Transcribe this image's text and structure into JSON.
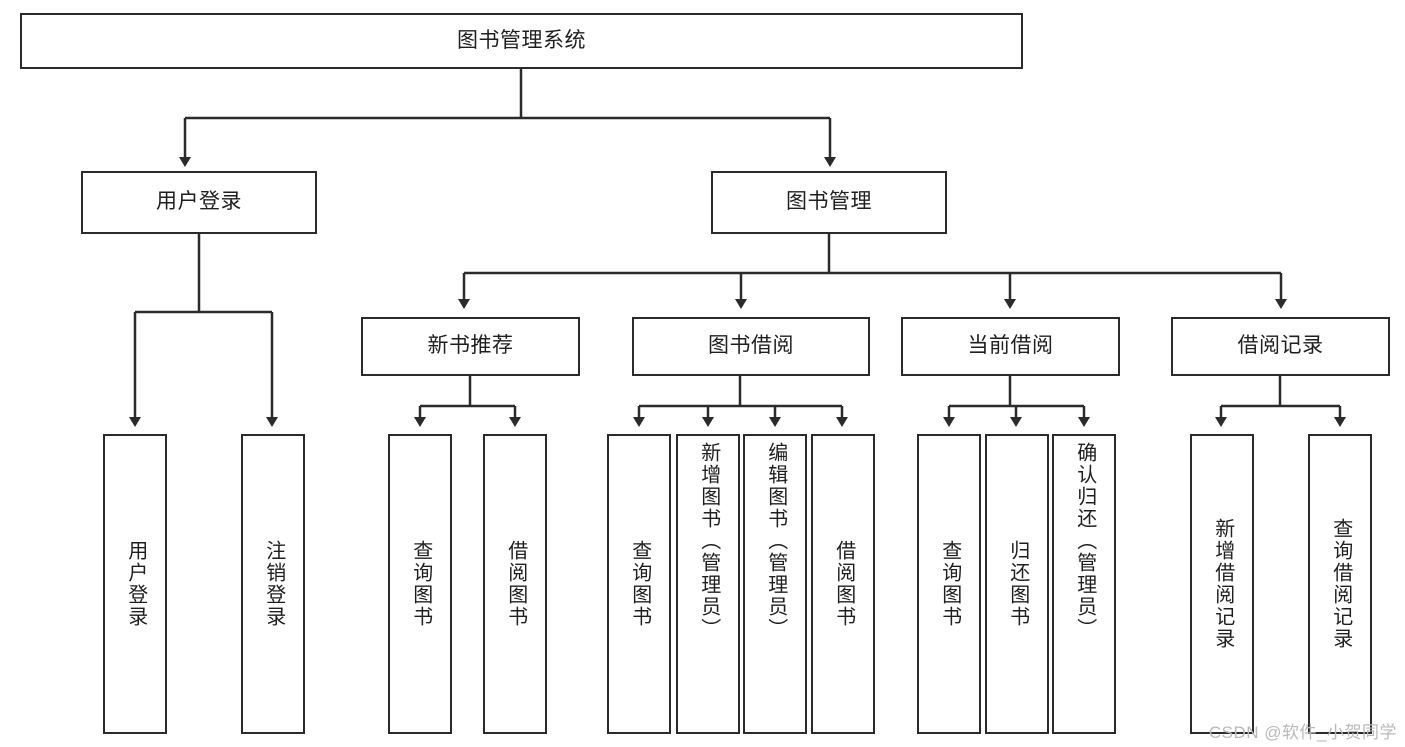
{
  "diagram": {
    "title_node": {
      "label": "图书管理系统"
    },
    "level2": [
      {
        "key": "user-login",
        "label": "用户登录"
      },
      {
        "key": "book-management",
        "label": "图书管理"
      }
    ],
    "level3": [
      {
        "key": "new-book-recommend",
        "label": "新书推荐"
      },
      {
        "key": "book-borrow",
        "label": "图书借阅"
      },
      {
        "key": "current-borrow",
        "label": "当前借阅"
      },
      {
        "key": "borrow-record",
        "label": "借阅记录"
      }
    ],
    "leaves": {
      "user_login": [
        {
          "key": "user-login-leaf",
          "label": "用户登录"
        },
        {
          "key": "logout-leaf",
          "label": "注销登录"
        }
      ],
      "new_book_recommend": [
        {
          "key": "query-book-1",
          "label": "查询图书"
        },
        {
          "key": "borrow-book-1",
          "label": "借阅图书"
        }
      ],
      "book_borrow": [
        {
          "key": "query-book-2",
          "label": "查询图书"
        },
        {
          "key": "add-book-admin",
          "label": "新增图书（管理员）"
        },
        {
          "key": "edit-book-admin",
          "label": "编辑图书（管理员）"
        },
        {
          "key": "borrow-book-2",
          "label": "借阅图书"
        }
      ],
      "current_borrow": [
        {
          "key": "query-book-3",
          "label": "查询图书"
        },
        {
          "key": "return-book",
          "label": "归还图书"
        },
        {
          "key": "confirm-return-admin",
          "label": "确认归还（管理员）"
        }
      ],
      "borrow_record": [
        {
          "key": "add-borrow-record",
          "label": "新增借阅记录"
        },
        {
          "key": "query-borrow-record",
          "label": "查询借阅记录"
        }
      ]
    },
    "watermark": "CSDN @软件_小贺同学",
    "colors": {
      "stroke": "#2b2b2b",
      "background": "#ffffff",
      "text": "#1f1f1f",
      "watermark": "#b9b9b9"
    }
  }
}
